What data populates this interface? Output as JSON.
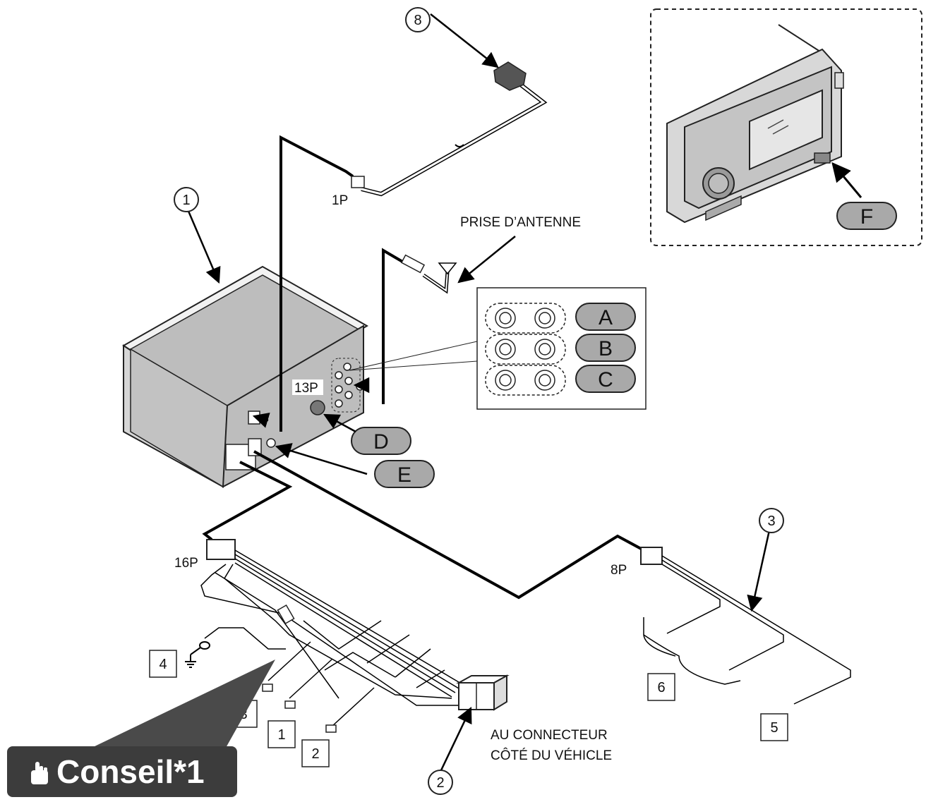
{
  "callouts": {
    "c1": "1",
    "c2": "2",
    "c3": "3",
    "c8": "8"
  },
  "boxes": {
    "b4": "4",
    "b3": "3",
    "b1": "1",
    "b2": "2",
    "b6": "6",
    "b5": "5"
  },
  "connectors": {
    "p1": "1P",
    "p13": "13P",
    "p16": "16P",
    "p8": "8P"
  },
  "letters": {
    "A": "A",
    "B": "B",
    "C": "C",
    "D": "D",
    "E": "E",
    "F": "F"
  },
  "texts": {
    "antenna": "PRISE D’ANTENNE",
    "vehicle_line1": "AU CONNECTEUR",
    "vehicle_line2": "CÔTÉ DU VÉHICLE",
    "tip": "Conseil*1"
  },
  "colors": {
    "unit_fill": "#bdbdbd",
    "pill_fill": "#a9a9a9",
    "tip_bg": "#3c3c3c"
  },
  "icons": [
    "ground-icon",
    "antenna-icon",
    "hand-pointer-icon",
    "gps-antenna-icon"
  ]
}
